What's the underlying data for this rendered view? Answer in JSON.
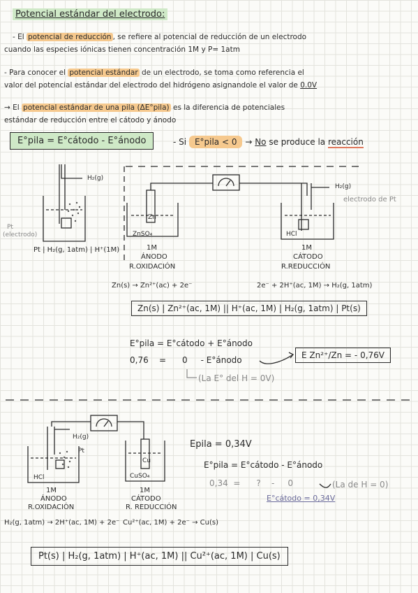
{
  "title": "Potencial estándar del electrodo:",
  "p1": {
    "l1a": "- El ",
    "l1hl": "potencial de reducción",
    "l1b": ", se refiere al potencial de reducción de un electrodo",
    "l2": "cuando las especies iónicas tienen concentración 1M y P= 1atm"
  },
  "p2": {
    "l1a": "- Para conocer el ",
    "l1hl": "potencial estándar",
    "l1b": " de un electrodo, se toma como referencia el",
    "l2a": "valor del potencial estándar del electrodo del hidrógeno asignandole el valor de ",
    "l2b": "0.0V"
  },
  "p3": {
    "l1a": "→ El ",
    "l1hl": "potencial estándar de una pila (ΔE°pila)",
    "l1b": " es la diferencia de potenciales",
    "l2": "estándar de reducción entre el cátodo y ánodo"
  },
  "formula_main": "E°pila = E°cátodo - E°ánodo",
  "condition": {
    "prefix": "- Si",
    "expr": "E°pila < 0",
    "arrow": "→",
    "no": "No",
    "rest": " se produce la ",
    "reaccion": "reacción"
  },
  "diagram1": {
    "h2_label": "H₂(g)",
    "pt_label": "Pt",
    "pt_sub": "(electrodo)",
    "notation": "Pt | H₂(g, 1atm) | H⁺(1M)",
    "electrode_left": "Zn",
    "solution_left": "ZnSO₄",
    "conc_left": "1M",
    "role_left": "ÁNODO",
    "reaction_left": "R.OXIDACIÓN",
    "h2_right": "H₂(g)",
    "pt_right": "electrodo de Pt",
    "solution_right": "HCl",
    "conc_right": "1M",
    "role_right": "CÁTODO",
    "reaction_right": "R.REDUCCIÓN",
    "eq_left": "Zn(s) → Zn²⁺(ac) + 2e⁻",
    "eq_right": "2e⁻ + 2H⁺(ac, 1M) → H₂(g, 1atm)",
    "cell": "Zn(s) | Zn²⁺(ac, 1M) || H⁺(ac, 1M) | H₂(g, 1atm) | Pt(s)",
    "calc1": "E°pila = E°cátodo + E°ánodo",
    "calc2a": "0,76",
    "calc2b": "=",
    "calc2c": "0",
    "calc2d": "- E°ánodo",
    "result": "E Zn²⁺/Zn = - 0,76V",
    "note": "(La E° del H = 0V)"
  },
  "diagram2": {
    "h2_label": "H₂(g)",
    "pt_label": "Pt",
    "solution_left": "HCl",
    "conc_left": "1M",
    "role_left": "ÁNODO",
    "reaction_left": "R.OXIDACIÓN",
    "electrode_right": "Cu",
    "solution_right": "CuSO₄",
    "conc_right": "1M",
    "role_right": "CÁTODO",
    "reaction_right": "R. REDUCCIÓN",
    "eq_left": "H₂(g, 1atm) → 2H⁺(ac, 1M) + 2e⁻",
    "eq_right": "Cu²⁺(ac, 1M) + 2e⁻ → Cu(s)",
    "epila": "Epila = 0,34V",
    "calc1": "E°pila = E°cátodo - E°ánodo",
    "calc2a": "0,34",
    "calc2b": "=",
    "calc2c": "?",
    "calc2d": "-",
    "calc2e": "0",
    "note": "(La de H = 0)",
    "result": "E°cátodo = 0,34V",
    "cell": "Pt(s) | H₂(g, 1atm) | H⁺(ac, 1M) || Cu²⁺(ac, 1M) | Cu(s)"
  }
}
